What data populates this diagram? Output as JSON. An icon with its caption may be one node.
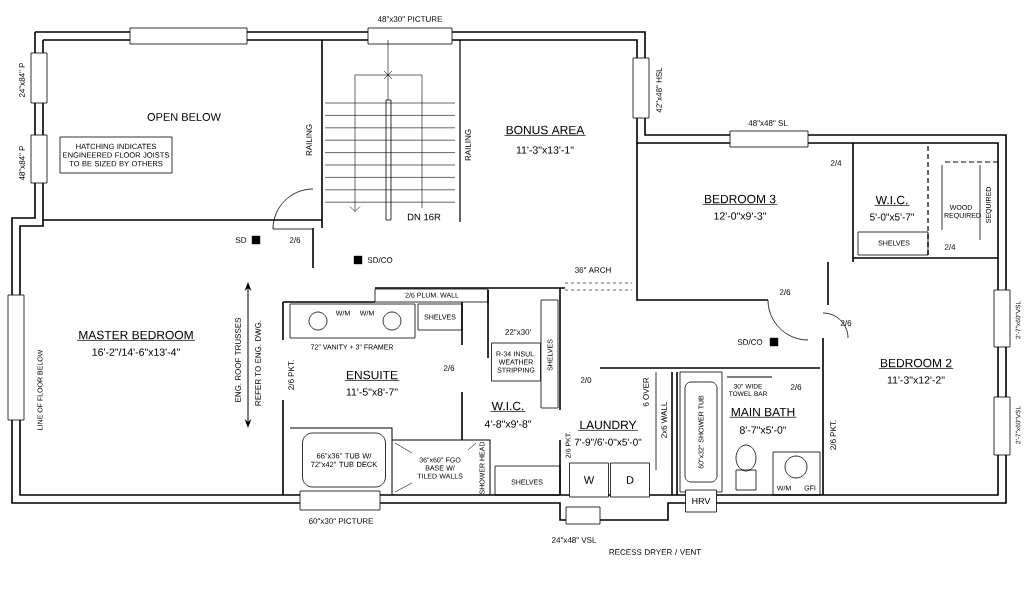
{
  "diagram": {
    "nodes": [
      {
        "text": [
          "HATCHING INDICATES ENGINEERED FLOOR JOISTS TO BE SIZED BY OTHERS"
        ]
      },
      {
        "text": [
          "R-34 INSUL. WEATHER STRIPPING"
        ]
      },
      {
        "text": [
          "66\"x36\" TUB W/ 72\"x42\" TUB DECK"
        ]
      },
      {
        "text": [
          "W"
        ]
      },
      {
        "text": [
          "D"
        ]
      },
      {
        "text": [
          "HRV"
        ]
      }
    ],
    "labels": [
      "48\"x30\" PICTURE",
      "24\"x84\" P",
      "48\"x84\" P",
      "OPEN BELOW",
      "RAILING",
      "RAILING",
      "DN 16R",
      "BONUS AREA",
      "11'-3\"x13'-1\"",
      "42\"x48\" HSL",
      "48\"x48\" SL",
      "BEDROOM 3",
      "12'-0\"x9'-3\"",
      "2/4",
      "W.I.C.",
      "5'-0\"x5'-7\"",
      "WOOD REQUIRED",
      "SEQUIRED",
      "SHELVES",
      "2/4",
      "SD",
      "2/6",
      "SD/CO",
      "36\" ARCH",
      "2/6",
      "2/6 PLUM. WALL",
      "MASTER BEDROOM",
      "16'-2\"/14'-6\"x13'-4\"",
      "LINE OF FLOOR BELOW",
      "ENG. ROOF TRUSSES",
      "REFER TO ENG. DWG.",
      "W/M",
      "W/M",
      "SHELVES",
      "72\" VANITY + 3\" FRAMER",
      "22\"x30'",
      "2/6 PKT.",
      "ENSUITE",
      "11'-5\"x8'-7\"",
      "2/6",
      "SHELVES",
      "SD/CO",
      "2/6",
      "BEDROOM 2",
      "11'-3\"x12'-2\"",
      "2'-7\"x60\"VSL",
      "2'-7\"x60\"VSL",
      "2/0",
      "W.I.C.",
      "4'-8\"x9'-8\"",
      "6 OVER",
      "2x6 WALL",
      "30\" WIDE TOWEL BAR",
      "2/6",
      "MAIN BATH",
      "8'-7\"x5'-0\"",
      "LAUNDRY",
      "7'-9\"/6'-0\"x5'-0\"",
      "2/6 PKT.",
      "2/6 PKT.",
      "60\"x32\" SHOWER TUB",
      "36\"x60\" FGO BASE W/ TILED WALLS",
      "SHOWER HEAD",
      "SHELVES",
      "W/M",
      "GFI",
      "60\"x30\" PICTURE",
      "24\"x48\" VSL",
      "RECESS DRYER / VENT"
    ]
  }
}
